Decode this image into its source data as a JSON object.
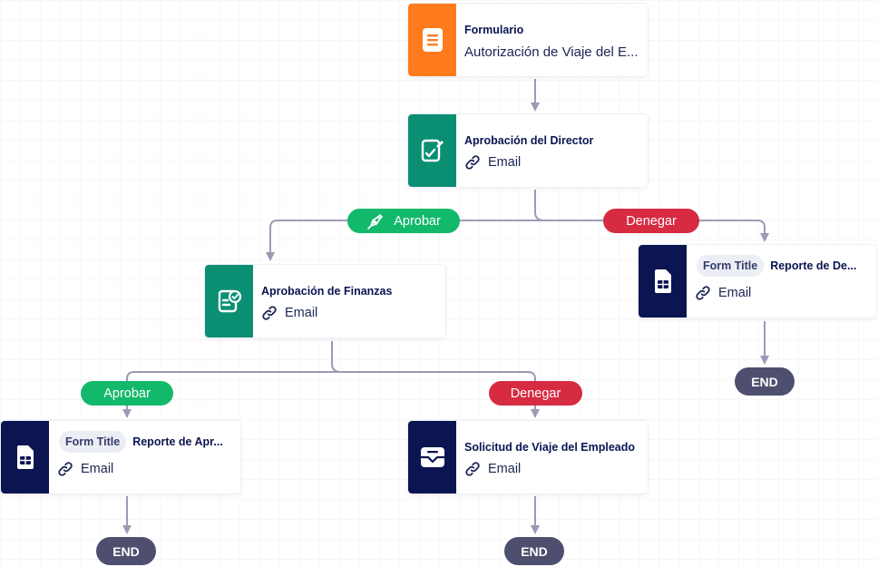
{
  "nodes": {
    "form": {
      "title": "Formulario",
      "subtitle": "Autorización de Viaje del E..."
    },
    "director": {
      "title": "Aprobación del Director",
      "action": "Email"
    },
    "finanzas": {
      "title": "Aprobación de Finanzas",
      "action": "Email"
    },
    "reporte_denegado": {
      "tag": "Form Title",
      "title": "Reporte de De...",
      "action": "Email"
    },
    "reporte_aprobado": {
      "tag": "Form Title",
      "title": "Reporte de Apr...",
      "action": "Email"
    },
    "solicitud": {
      "title": "Solicitud de Viaje del Empleado",
      "action": "Email"
    }
  },
  "branches": {
    "director_approve": "Aprobar",
    "director_deny": "Denegar",
    "finanzas_approve": "Aprobar",
    "finanzas_deny": "Denegar"
  },
  "end_label": "END",
  "colors": {
    "form_icon": "#ff7b1c",
    "approval_icon": "#0b8f73",
    "document_icon": "#0a1551",
    "approve_pill": "#13b96b",
    "deny_pill": "#d72b42",
    "end_pill": "#4e4f6e",
    "connector": "#9a9bb4"
  },
  "icons": {
    "form": "document-lines-icon",
    "approval": "signed-document-icon",
    "report": "spreadsheet-document-icon",
    "mail": "envelope-icon",
    "link": "link-icon",
    "approve_pen": "pen-sign-icon"
  }
}
